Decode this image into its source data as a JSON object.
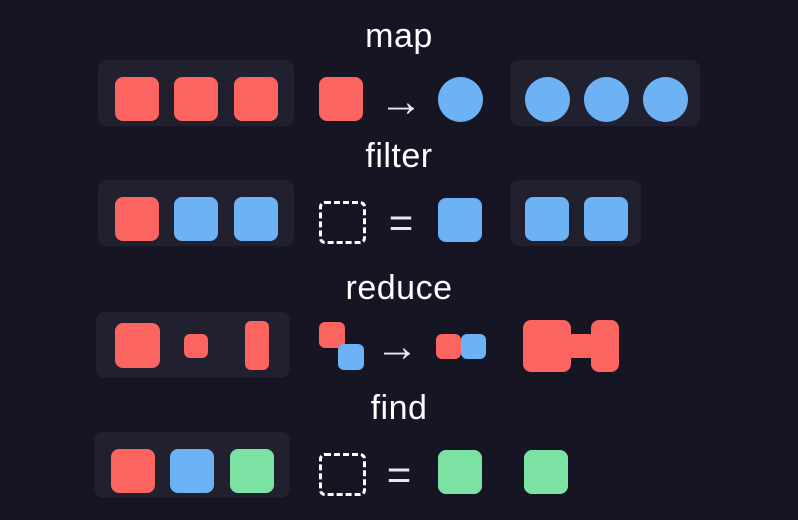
{
  "palette": {
    "background": "#151524",
    "panel": "#20202F",
    "red": "#FB645F",
    "blue": "#6CB2F5",
    "green": "#7CE2A4",
    "text": "#FFFFFF",
    "glyph": "#E8E8EE"
  },
  "operations": [
    {
      "id": "map",
      "title": "map",
      "input": {
        "kind": "collection",
        "items": [
          {
            "shape": "square",
            "color": "#FB645F"
          },
          {
            "shape": "square",
            "color": "#FB645F"
          },
          {
            "shape": "square",
            "color": "#FB645F"
          }
        ]
      },
      "rule": {
        "kind": "transform",
        "operator": "arrow",
        "operator_glyph": "→",
        "from": {
          "shape": "square",
          "color": "#FB645F"
        },
        "to": {
          "shape": "circle",
          "color": "#6CB2F5"
        }
      },
      "output": {
        "kind": "collection",
        "items": [
          {
            "shape": "circle",
            "color": "#6CB2F5"
          },
          {
            "shape": "circle",
            "color": "#6CB2F5"
          },
          {
            "shape": "circle",
            "color": "#6CB2F5"
          }
        ]
      }
    },
    {
      "id": "filter",
      "title": "filter",
      "input": {
        "kind": "collection",
        "items": [
          {
            "shape": "square",
            "color": "#FB645F"
          },
          {
            "shape": "square",
            "color": "#6CB2F5"
          },
          {
            "shape": "square",
            "color": "#6CB2F5"
          }
        ]
      },
      "rule": {
        "kind": "predicate",
        "operator": "equals",
        "operator_glyph": "=",
        "from": {
          "shape": "placeholder",
          "color": "transparent"
        },
        "to": {
          "shape": "square",
          "color": "#6CB2F5"
        }
      },
      "output": {
        "kind": "collection",
        "items": [
          {
            "shape": "square",
            "color": "#6CB2F5"
          },
          {
            "shape": "square",
            "color": "#6CB2F5"
          }
        ]
      }
    },
    {
      "id": "reduce",
      "title": "reduce",
      "input": {
        "kind": "collection",
        "items": [
          {
            "shape": "square-large",
            "color": "#FB645F"
          },
          {
            "shape": "square-small",
            "color": "#FB645F"
          },
          {
            "shape": "rect-tall",
            "color": "#FB645F"
          }
        ]
      },
      "rule": {
        "kind": "accumulate",
        "operator": "arrow",
        "operator_glyph": "→",
        "from": [
          {
            "shape": "square-small",
            "color": "#FB645F"
          },
          {
            "shape": "square-small",
            "color": "#6CB2F5"
          }
        ],
        "to": [
          {
            "shape": "square-small",
            "color": "#FB645F"
          },
          {
            "shape": "square-small",
            "color": "#6CB2F5"
          }
        ]
      },
      "output": {
        "kind": "fused",
        "items": [
          {
            "shape": "square-large",
            "color": "#FB645F"
          },
          {
            "shape": "square-small",
            "color": "#FB645F"
          },
          {
            "shape": "rect-tall",
            "color": "#FB645F"
          }
        ]
      }
    },
    {
      "id": "find",
      "title": "find",
      "input": {
        "kind": "collection",
        "items": [
          {
            "shape": "square",
            "color": "#FB645F"
          },
          {
            "shape": "square",
            "color": "#6CB2F5"
          },
          {
            "shape": "square",
            "color": "#7CE2A4"
          }
        ]
      },
      "rule": {
        "kind": "predicate",
        "operator": "equals",
        "operator_glyph": "=",
        "from": {
          "shape": "placeholder",
          "color": "transparent"
        },
        "to": {
          "shape": "square",
          "color": "#7CE2A4"
        }
      },
      "output": {
        "kind": "single",
        "items": [
          {
            "shape": "square",
            "color": "#7CE2A4"
          }
        ]
      }
    }
  ]
}
